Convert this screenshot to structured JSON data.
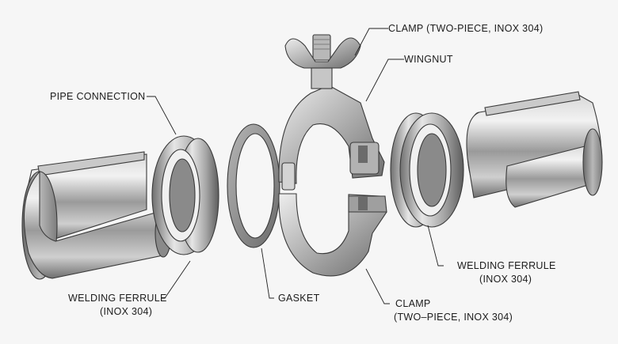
{
  "labels": {
    "clamp_top": "CLAMP (TWO-PIECE, INOX 304)",
    "wingnut": "WINGNUT",
    "pipe_connection": "PIPE CONNECTION",
    "welding_ferrule_right_line1": "WELDING FERRULE",
    "welding_ferrule_right_line2": "(INOX 304)",
    "welding_ferrule_left_line1": "WELDING FERRULE",
    "welding_ferrule_left_line2": "(INOX 304)",
    "gasket": "GASKET",
    "clamp_bottom_line1": "CLAMP",
    "clamp_bottom_line2": "(TWO–PIECE, INOX 304)"
  },
  "colors": {
    "background": "#f6f6f6",
    "metal_light": "#e4e4e4",
    "metal_mid": "#a9a9a9",
    "metal_dark": "#5e5e5e",
    "gasket": "#8c8c8c",
    "text": "#1c1c1c"
  }
}
